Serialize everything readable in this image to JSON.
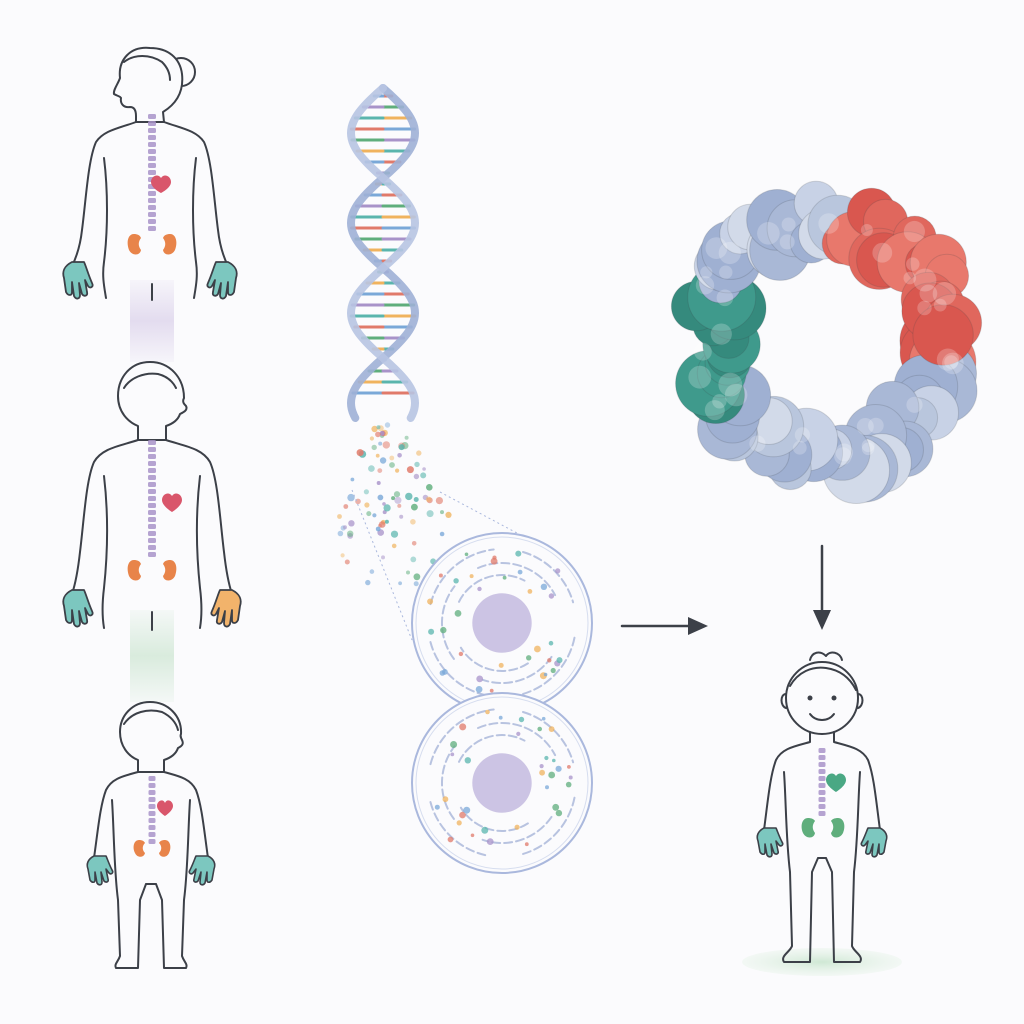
{
  "diagram": {
    "colors": {
      "background": "#fbfbfd",
      "outline": "#3c4048",
      "spine": "#a893c9",
      "heart": "#d9566b",
      "heart_healthy": "#4aa884",
      "kidney": "#e8844a",
      "kidney_healthy": "#5fae7c",
      "hand_teal": "#7cc7bf",
      "hand_orange": "#f2b36b",
      "dna_strand": "#9fb0d6",
      "cell_outline": "#aab8dd",
      "nucleus": "#ccc4e4",
      "connector_purple": "#e3dcef",
      "connector_green": "#d9ebdd",
      "protein_blue": "#b9c6dd",
      "protein_red": "#e0675d",
      "protein_teal": "#3f9a8c",
      "arrow": "#3c4048",
      "ground_shadow": "#dbeedf"
    },
    "pedigree": [
      "adult-woman",
      "adult-man",
      "affected-child"
    ],
    "outcome": "healthy-child"
  }
}
